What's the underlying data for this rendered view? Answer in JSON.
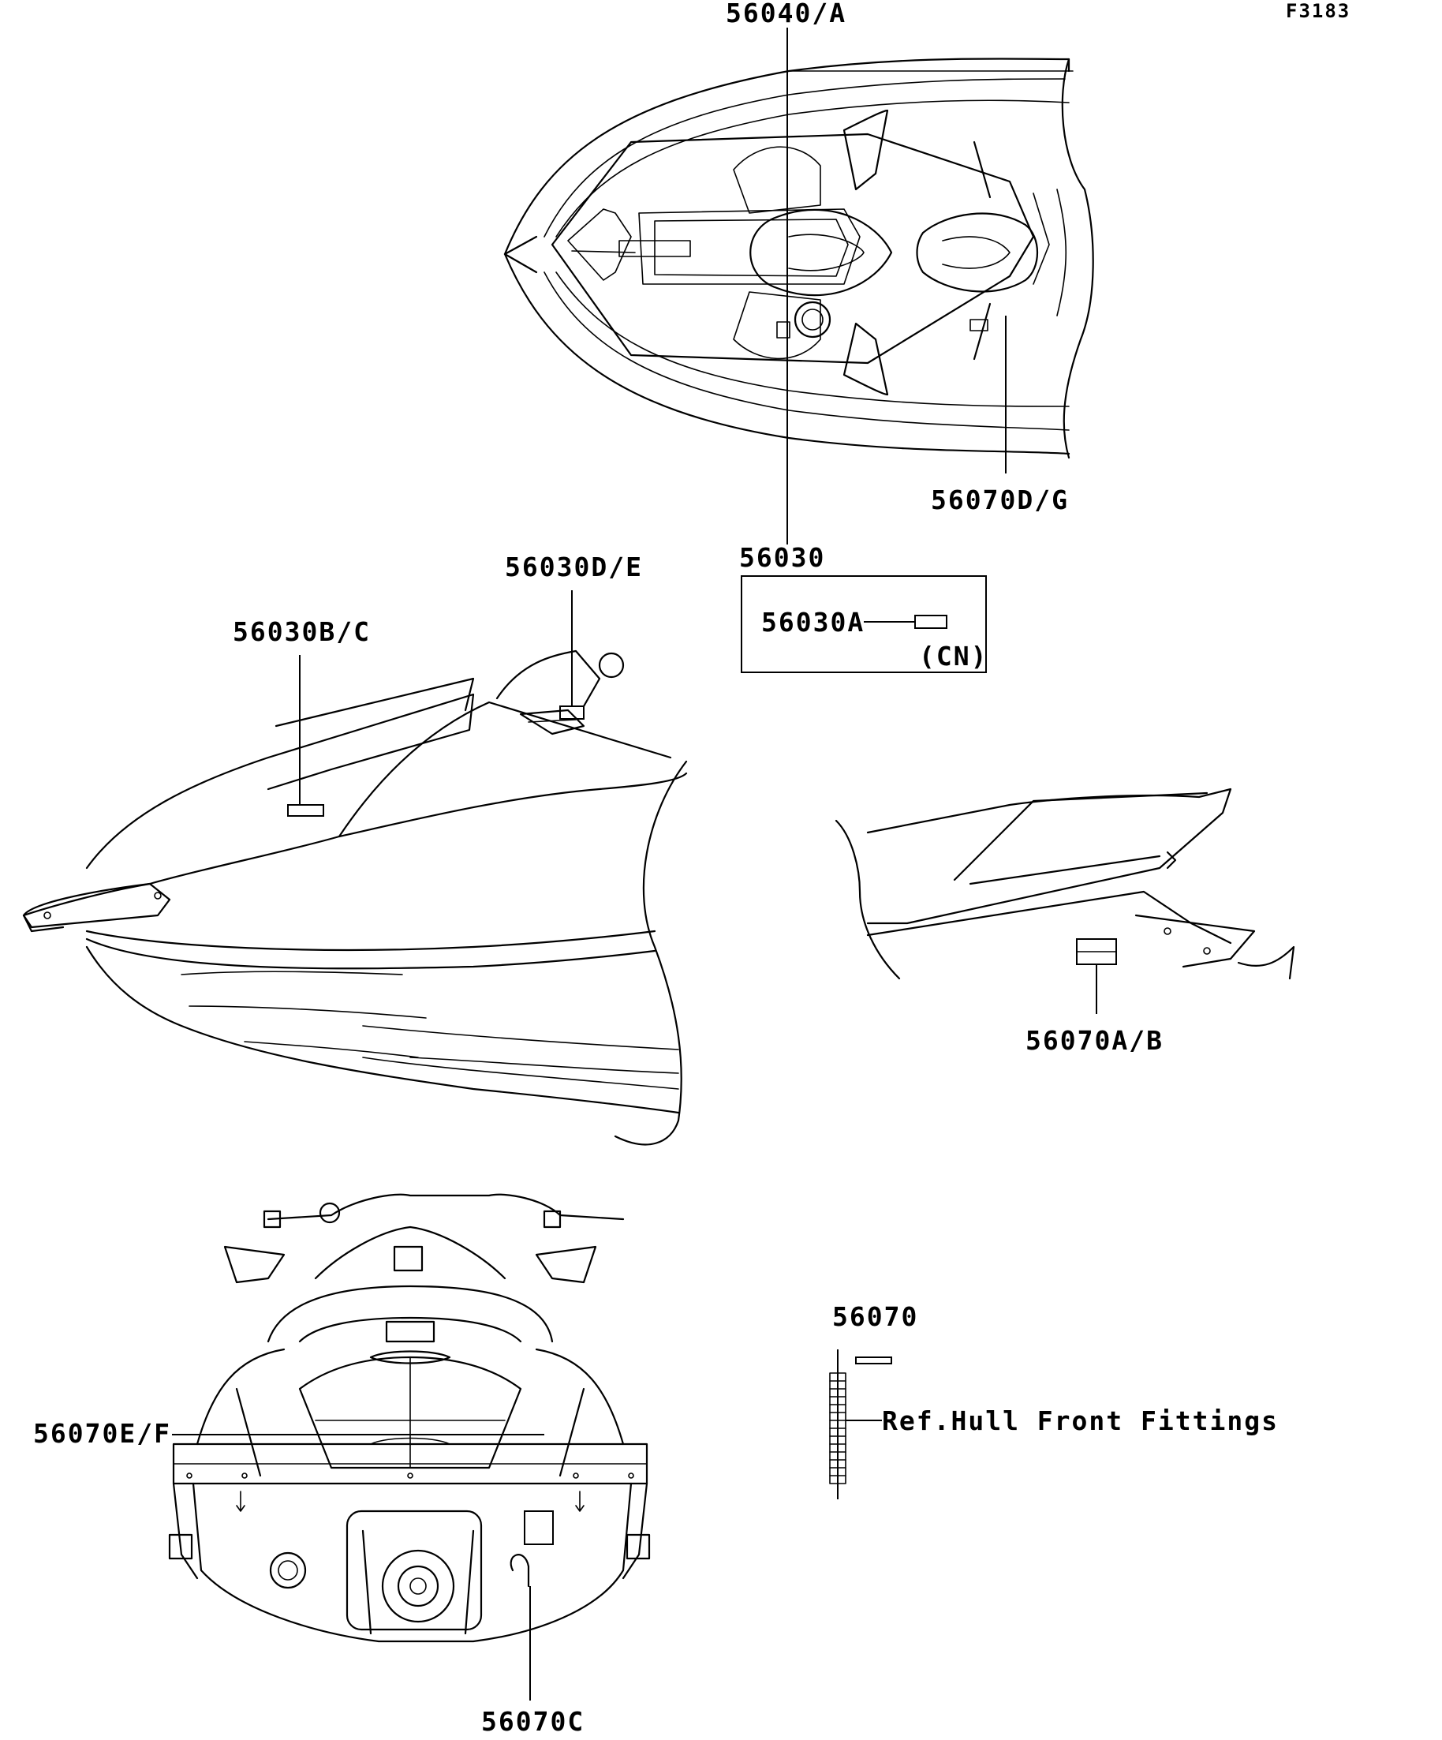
{
  "figure_code": "F3183",
  "callouts": {
    "top_decal_a": "56040/A",
    "top_decal_dg": "56070D/G",
    "label_56030": "56030",
    "label_56030a": "56030A",
    "region_cn": "(CN)",
    "side_decal_bc": "56030B/C",
    "side_decal_de": "56030D/E",
    "seat_decal_ab": "56070A/B",
    "rear_decal_ef": "56070E/F",
    "rear_decal_c": "56070C",
    "label_56070": "56070",
    "ref_note": "Ref.Hull Front Fittings"
  }
}
